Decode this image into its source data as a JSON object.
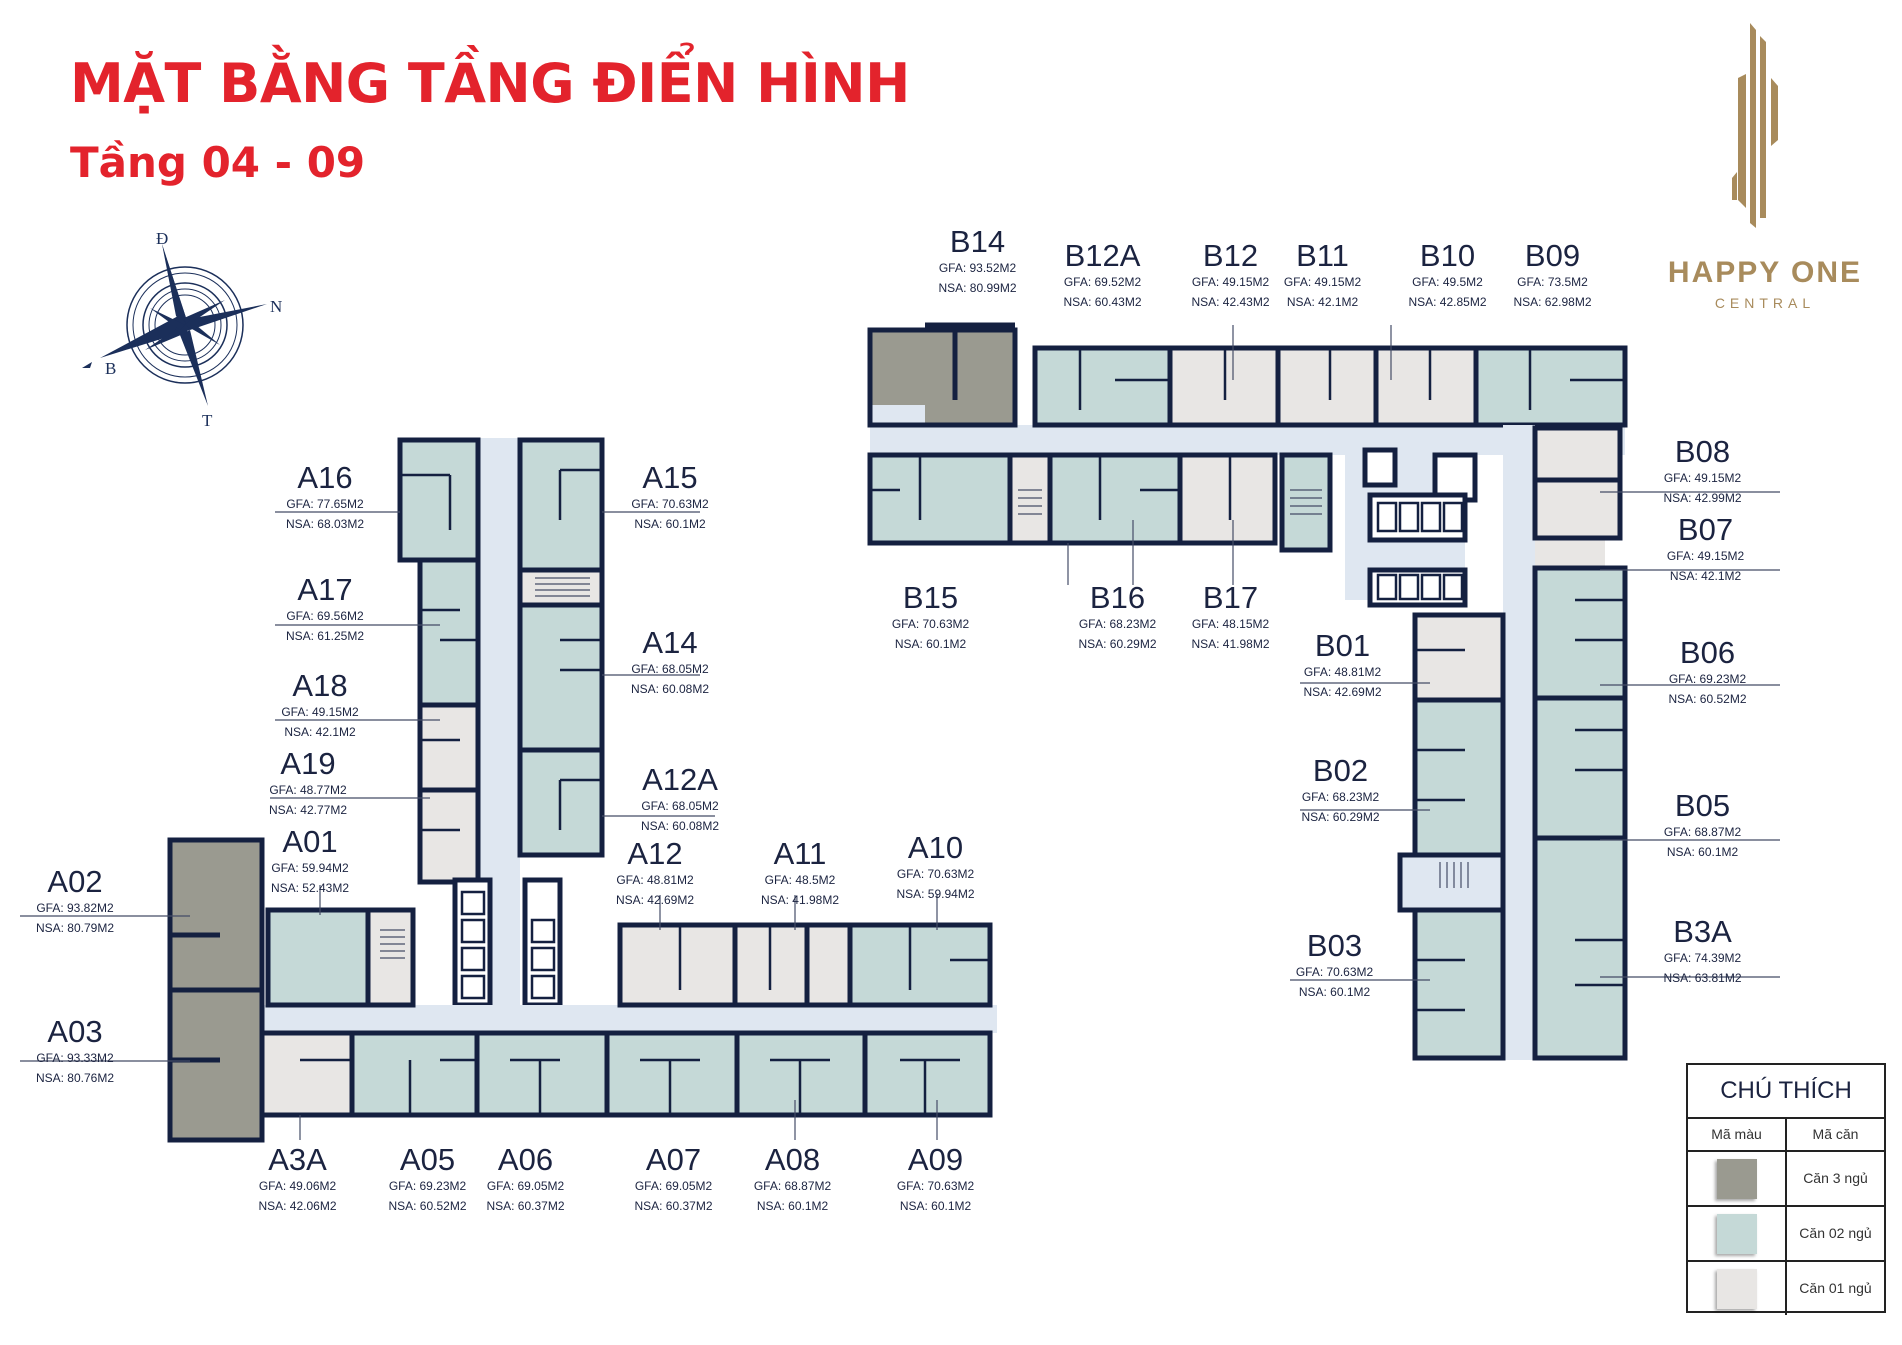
{
  "header": {
    "title": "MẶT BẰNG TẦNG ĐIỂN HÌNH",
    "subtitle": "Tầng 04 - 09",
    "title_color": "#e3232c"
  },
  "brand": {
    "name": "HAPPY ONE",
    "subtitle": "CENTRAL",
    "color": "#a88b5c"
  },
  "compass": {
    "icon": "compass-rose-icon",
    "north_label": "N",
    "east_label": "Đ",
    "west_label": "B",
    "south_label": "T",
    "color": "#1b2f5a"
  },
  "colors": {
    "three_bedroom": "#9a9a90",
    "two_bedroom": "#c5d9d7",
    "one_bedroom": "#e8e6e4",
    "corridor": "#dfe7f1",
    "wall": "#142040"
  },
  "units": {
    "A16": {
      "code": "A16",
      "gfa": "GFA: 77.65M2",
      "nsa": "NSA: 68.03M2"
    },
    "A15": {
      "code": "A15",
      "gfa": "GFA: 70.63M2",
      "nsa": "NSA: 60.1M2"
    },
    "A17": {
      "code": "A17",
      "gfa": "GFA: 69.56M2",
      "nsa": "NSA: 61.25M2"
    },
    "A14": {
      "code": "A14",
      "gfa": "GFA: 68.05M2",
      "nsa": "NSA: 60.08M2"
    },
    "A18": {
      "code": "A18",
      "gfa": "GFA: 49.15M2",
      "nsa": "NSA: 42.1M2"
    },
    "A19": {
      "code": "A19",
      "gfa": "GFA: 48.77M2",
      "nsa": "NSA: 42.77M2"
    },
    "A12A": {
      "code": "A12A",
      "gfa": "GFA: 68.05M2",
      "nsa": "NSA: 60.08M2"
    },
    "A01": {
      "code": "A01",
      "gfa": "GFA: 59.94M2",
      "nsa": "NSA: 52.43M2"
    },
    "A02": {
      "code": "A02",
      "gfa": "GFA: 93.82M2",
      "nsa": "NSA: 80.79M2"
    },
    "A03": {
      "code": "A03",
      "gfa": "GFA: 93.33M2",
      "nsa": "NSA: 80.76M2"
    },
    "A12": {
      "code": "A12",
      "gfa": "GFA: 48.81M2",
      "nsa": "NSA: 42.69M2"
    },
    "A11": {
      "code": "A11",
      "gfa": "GFA: 48.5M2",
      "nsa": "NSA: 41.98M2"
    },
    "A10": {
      "code": "A10",
      "gfa": "GFA: 70.63M2",
      "nsa": "NSA: 59.94M2"
    },
    "A3A": {
      "code": "A3A",
      "gfa": "GFA: 49.06M2",
      "nsa": "NSA: 42.06M2"
    },
    "A05": {
      "code": "A05",
      "gfa": "GFA: 69.23M2",
      "nsa": "NSA: 60.52M2"
    },
    "A06": {
      "code": "A06",
      "gfa": "GFA: 69.05M2",
      "nsa": "NSA: 60.37M2"
    },
    "A07": {
      "code": "A07",
      "gfa": "GFA: 69.05M2",
      "nsa": "NSA: 60.37M2"
    },
    "A08": {
      "code": "A08",
      "gfa": "GFA: 68.87M2",
      "nsa": "NSA: 60.1M2"
    },
    "A09": {
      "code": "A09",
      "gfa": "GFA: 70.63M2",
      "nsa": "NSA: 60.1M2"
    },
    "B14": {
      "code": "B14",
      "gfa": "GFA: 93.52M2",
      "nsa": "NSA: 80.99M2"
    },
    "B12A": {
      "code": "B12A",
      "gfa": "GFA: 69.52M2",
      "nsa": "NSA: 60.43M2"
    },
    "B12": {
      "code": "B12",
      "gfa": "GFA: 49.15M2",
      "nsa": "NSA: 42.43M2"
    },
    "B11": {
      "code": "B11",
      "gfa": "GFA: 49.15M2",
      "nsa": "NSA: 42.1M2"
    },
    "B10": {
      "code": "B10",
      "gfa": "GFA: 49.5M2",
      "nsa": "NSA: 42.85M2"
    },
    "B09": {
      "code": "B09",
      "gfa": "GFA: 73.5M2",
      "nsa": "NSA: 62.98M2"
    },
    "B08": {
      "code": "B08",
      "gfa": "GFA: 49.15M2",
      "nsa": "NSA: 42.99M2"
    },
    "B07": {
      "code": "B07",
      "gfa": "GFA: 49.15M2",
      "nsa": "NSA: 42.1M2"
    },
    "B06": {
      "code": "B06",
      "gfa": "GFA: 69.23M2",
      "nsa": "NSA: 60.52M2"
    },
    "B05": {
      "code": "B05",
      "gfa": "GFA: 68.87M2",
      "nsa": "NSA: 60.1M2"
    },
    "B3A": {
      "code": "B3A",
      "gfa": "GFA: 74.39M2",
      "nsa": "NSA: 63.81M2"
    },
    "B15": {
      "code": "B15",
      "gfa": "GFA: 70.63M2",
      "nsa": "NSA: 60.1M2"
    },
    "B16": {
      "code": "B16",
      "gfa": "GFA: 68.23M2",
      "nsa": "NSA: 60.29M2"
    },
    "B17": {
      "code": "B17",
      "gfa": "GFA: 48.15M2",
      "nsa": "NSA: 41.98M2"
    },
    "B01": {
      "code": "B01",
      "gfa": "GFA: 48.81M2",
      "nsa": "NSA: 42.69M2"
    },
    "B02": {
      "code": "B02",
      "gfa": "GFA: 68.23M2",
      "nsa": "NSA: 60.29M2"
    },
    "B03": {
      "code": "B03",
      "gfa": "GFA: 70.63M2",
      "nsa": "NSA: 60.1M2"
    }
  },
  "legend": {
    "title": "CHÚ THÍCH",
    "col_color": "Mã màu",
    "col_type": "Mã căn",
    "rows": [
      {
        "label": "Căn 3 ngủ",
        "color": "#9a9a90"
      },
      {
        "label": "Căn 02 ngủ",
        "color": "#c5d9d7"
      },
      {
        "label": "Căn 01 ngủ",
        "color": "#e8e6e4"
      }
    ]
  }
}
